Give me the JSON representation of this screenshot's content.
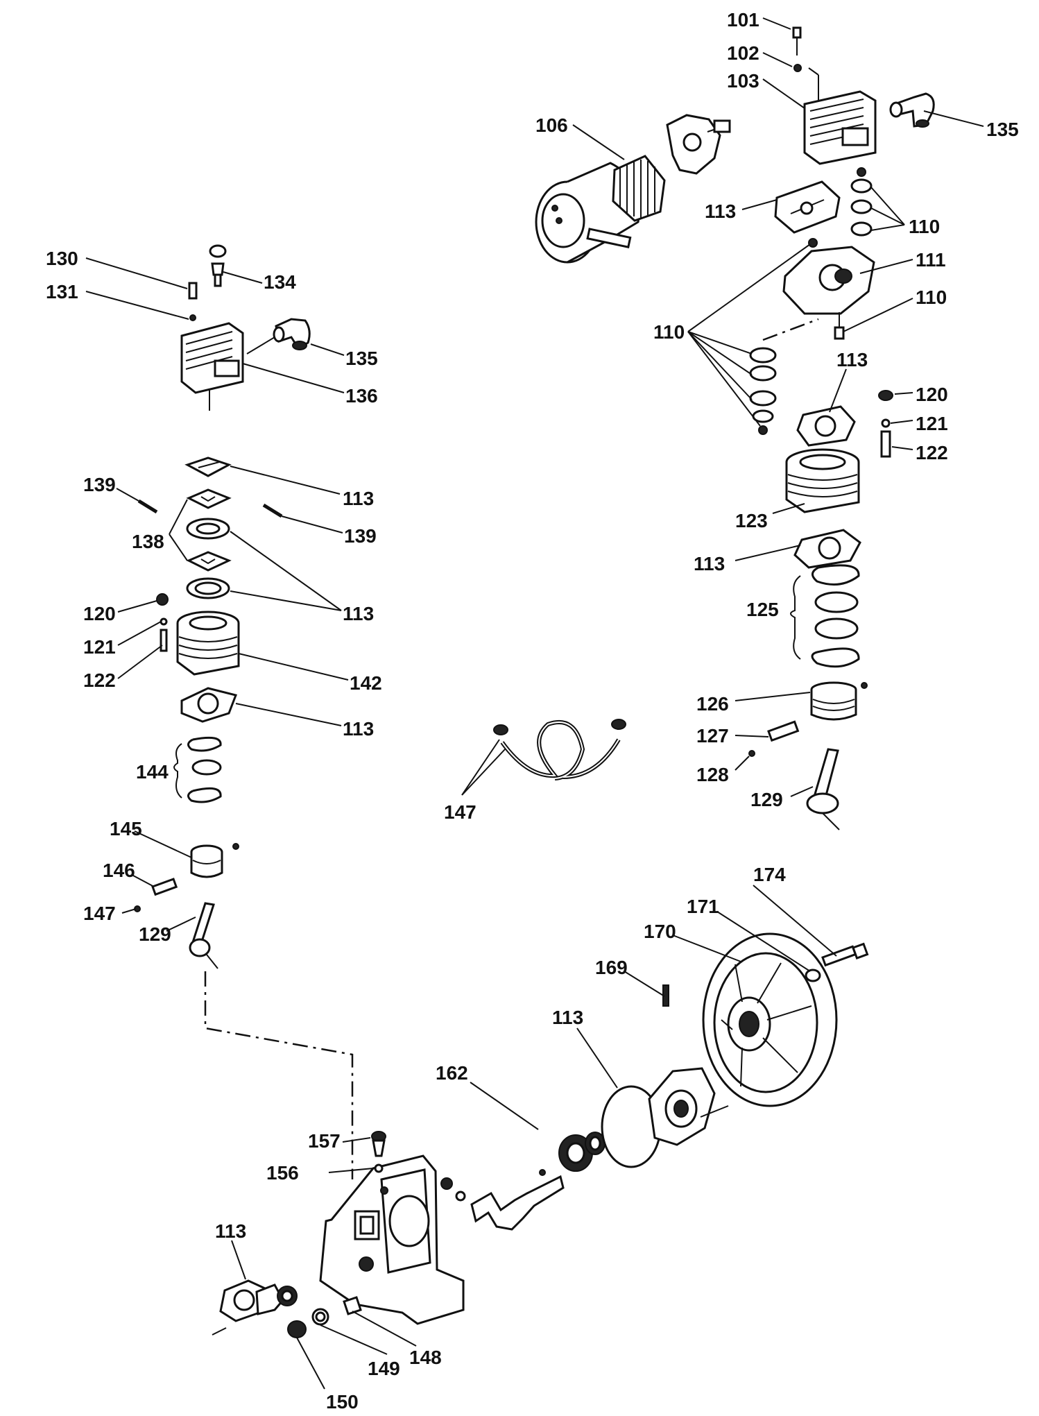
{
  "labels": {
    "p101": "101",
    "p102": "102",
    "p103": "103",
    "p106": "106",
    "p135a": "135",
    "p113a": "113",
    "p110a": "110",
    "p111": "111",
    "p110b": "110",
    "p110c": "110",
    "p113b": "113",
    "p120a": "120",
    "p121a": "121",
    "p122a": "122",
    "p123": "123",
    "p113c": "113",
    "p125": "125",
    "p126": "126",
    "p127": "127",
    "p128": "128",
    "p129a": "129",
    "p130": "130",
    "p131": "131",
    "p134": "134",
    "p135b": "135",
    "p136": "136",
    "p139a": "139",
    "p113d": "113",
    "p138": "138",
    "p139b": "139",
    "p113e": "113",
    "p120b": "120",
    "p121b": "121",
    "p122b": "122",
    "p142": "142",
    "p113f": "113",
    "p144": "144",
    "p145": "145",
    "p146": "146",
    "p147a": "147",
    "p129b": "129",
    "p147b": "147",
    "p174": "174",
    "p171": "171",
    "p170": "170",
    "p169": "169",
    "p113g": "113",
    "p162": "162",
    "p157": "157",
    "p156": "156",
    "p113h": "113",
    "p150": "150",
    "p149": "149",
    "p148": "148"
  }
}
